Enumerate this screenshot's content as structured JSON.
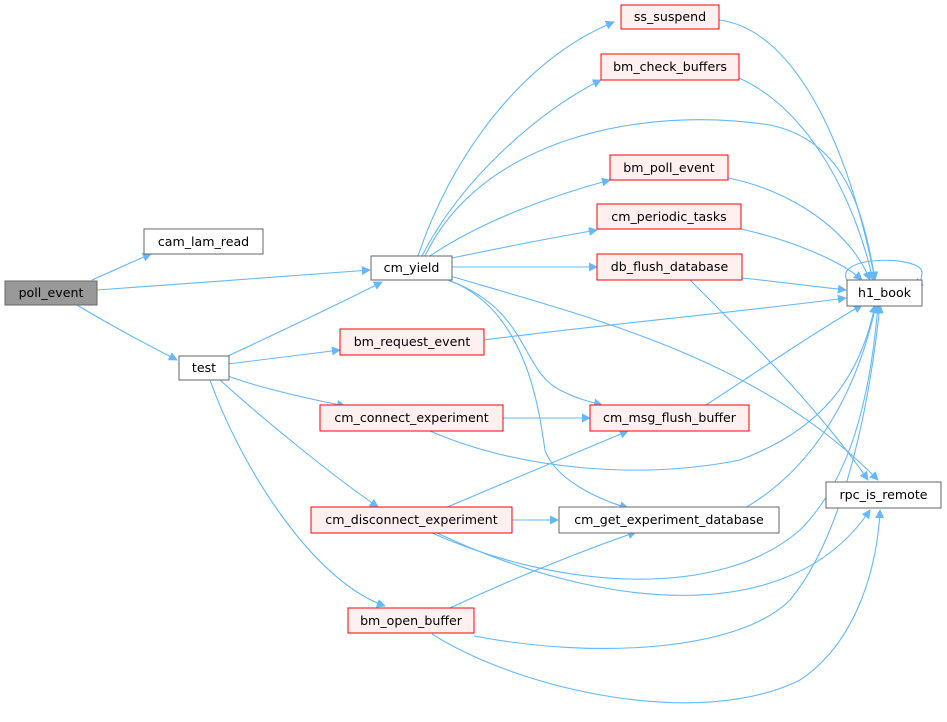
{
  "nodes": {
    "poll_event": {
      "label": "poll_event",
      "style": "root"
    },
    "cam_lam_read": {
      "label": "cam_lam_read",
      "style": "plain"
    },
    "test": {
      "label": "test",
      "style": "plain"
    },
    "cm_yield": {
      "label": "cm_yield",
      "style": "plain"
    },
    "ss_suspend": {
      "label": "ss_suspend",
      "style": "red"
    },
    "bm_check_buffers": {
      "label": "bm_check_buffers",
      "style": "red"
    },
    "bm_poll_event": {
      "label": "bm_poll_event",
      "style": "red"
    },
    "cm_periodic_tasks": {
      "label": "cm_periodic_tasks",
      "style": "red"
    },
    "db_flush_database": {
      "label": "db_flush_database",
      "style": "red"
    },
    "bm_request_event": {
      "label": "bm_request_event",
      "style": "red"
    },
    "cm_connect_experiment": {
      "label": "cm_connect_experiment",
      "style": "red"
    },
    "cm_msg_flush_buffer": {
      "label": "cm_msg_flush_buffer",
      "style": "red"
    },
    "cm_disconnect_experiment": {
      "label": "cm_disconnect_experiment",
      "style": "red"
    },
    "cm_get_experiment_database": {
      "label": "cm_get_experiment_database",
      "style": "plain"
    },
    "bm_open_buffer": {
      "label": "bm_open_buffer",
      "style": "red"
    },
    "h1_book": {
      "label": "h1_book",
      "style": "plain"
    },
    "rpc_is_remote": {
      "label": "rpc_is_remote",
      "style": "plain"
    }
  },
  "colors": {
    "edge": "#63b8ff",
    "root_fill": "#999999",
    "plain_fill": "#ffffff",
    "plain_border": "#666666",
    "red_fill": "#fff0f0",
    "red_border": "#ff0000"
  }
}
